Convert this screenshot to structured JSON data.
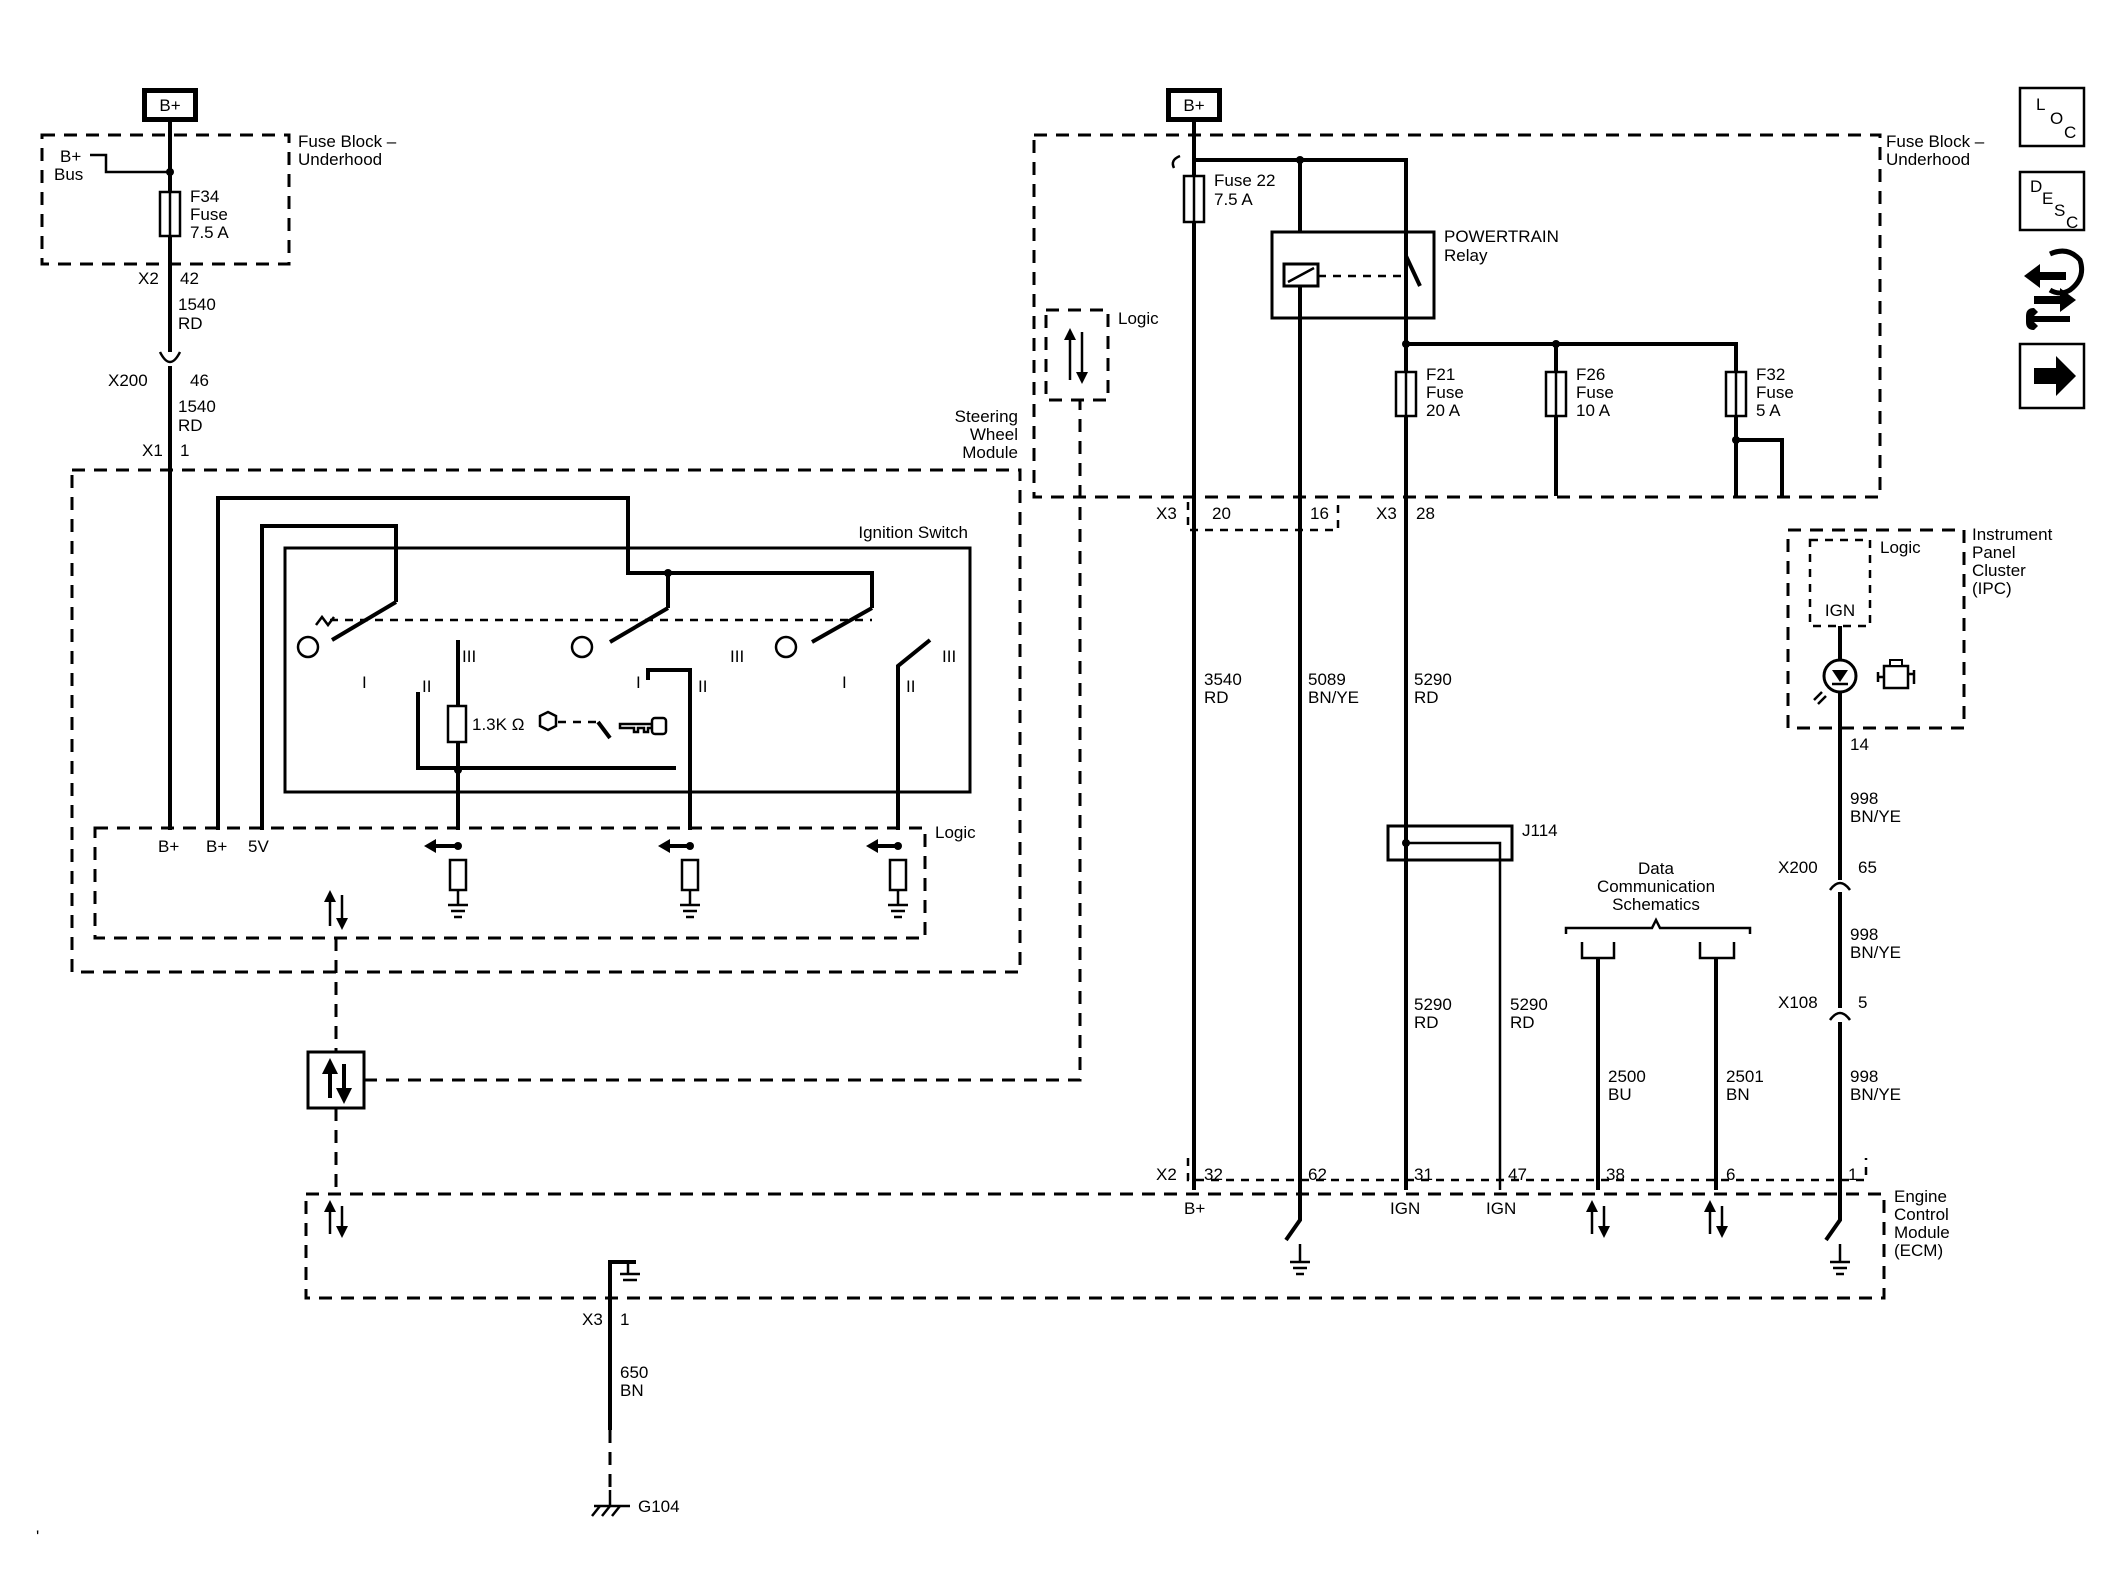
{
  "left_supply": {
    "battery_label": "B+",
    "fuse_block_line1": "Fuse Block –",
    "fuse_block_line2": "Underhood",
    "bus_line1": "B+",
    "bus_line2": "Bus",
    "fuse_name": "F34",
    "fuse_type": "Fuse",
    "fuse_rating": "7.5 A",
    "connector_x2": "X2",
    "pin_42": "42",
    "wire_top_circuit": "1540",
    "wire_top_color": "RD",
    "connector_x200": "X200",
    "pin_46": "46",
    "wire_mid_circuit": "1540",
    "wire_mid_color": "RD",
    "connector_x1": "X1",
    "pin_1": "1"
  },
  "steering_wheel_module": {
    "title_line1": "Steering",
    "title_line2": "Wheel",
    "title_line3": "Module",
    "ignition_switch_label": "Ignition Switch",
    "pos_I_a": "I",
    "pos_II_a": "II",
    "pos_III_a": "III",
    "pos_I_b": "I",
    "pos_II_b": "II",
    "pos_III_b": "III",
    "pos_I_c": "I",
    "pos_II_c": "II",
    "pos_III_c": "III",
    "resistor_label": "1.3K Ω",
    "logic_label": "Logic",
    "pin_bplus_1": "B+",
    "pin_bplus_2": "B+",
    "pin_5v": "5V"
  },
  "right_supply": {
    "battery_label": "B+",
    "fuse_block_line1": "Fuse Block –",
    "fuse_block_line2": "Underhood",
    "fuse22_name": "Fuse 22",
    "fuse22_rating": "7.5 A",
    "relay_line1": "POWERTRAIN",
    "relay_line2": "Relay",
    "f21_name": "F21",
    "f21_type": "Fuse",
    "f21_rating": "20 A",
    "f26_name": "F26",
    "f26_type": "Fuse",
    "f26_rating": "10 A",
    "f32_name": "F32",
    "f32_type": "Fuse",
    "f32_rating": "5 A",
    "logic_label": "Logic",
    "x3_a": "X3",
    "pin_20": "20",
    "pin_16": "16",
    "x3_b": "X3",
    "pin_28": "28"
  },
  "wires": {
    "w3540_circuit": "3540",
    "w3540_color": "RD",
    "w5089_circuit": "5089",
    "w5089_color": "BN/YE",
    "w5290_circuit": "5290",
    "w5290_color": "RD",
    "splice": "J114",
    "w5290b_circuit": "5290",
    "w5290b_color": "RD",
    "w5290c_circuit": "5290",
    "w5290c_color": "RD",
    "w2500_circuit": "2500",
    "w2500_color": "BU",
    "w2501_circuit": "2501",
    "w2501_color": "BN",
    "data_comm_line1": "Data",
    "data_comm_line2": "Communication",
    "data_comm_line3": "Schematics"
  },
  "ipc": {
    "title_line1": "Instrument",
    "title_line2": "Panel",
    "title_line3": "Cluster",
    "title_line4": "(IPC)",
    "logic_label": "Logic",
    "ign_label": "IGN",
    "pin_14": "14",
    "w998a_circuit": "998",
    "w998a_color": "BN/YE",
    "x200": "X200",
    "pin_65": "65",
    "w998b_circuit": "998",
    "w998b_color": "BN/YE",
    "x108": "X108",
    "pin_5": "5",
    "w998c_circuit": "998",
    "w998c_color": "BN/YE"
  },
  "ecm": {
    "title_line1": "Engine",
    "title_line2": "Control",
    "title_line3": "Module",
    "title_line4": "(ECM)",
    "x2": "X2",
    "pin_32": "32",
    "pin_62": "62",
    "pin_31": "31",
    "pin_47": "47",
    "pin_38": "38",
    "pin_6": "6",
    "pin_1": "1",
    "label_bplus": "B+",
    "label_ign_1": "IGN",
    "label_ign_2": "IGN",
    "x3": "X3",
    "x3_pin": "1",
    "w650_circuit": "650",
    "w650_color": "BN",
    "ground": "G104"
  },
  "nav": {
    "loc_l": "L",
    "loc_o": "O",
    "loc_c": "C",
    "desc_d": "D",
    "desc_e": "E",
    "desc_s": "S",
    "desc_c": "C"
  }
}
